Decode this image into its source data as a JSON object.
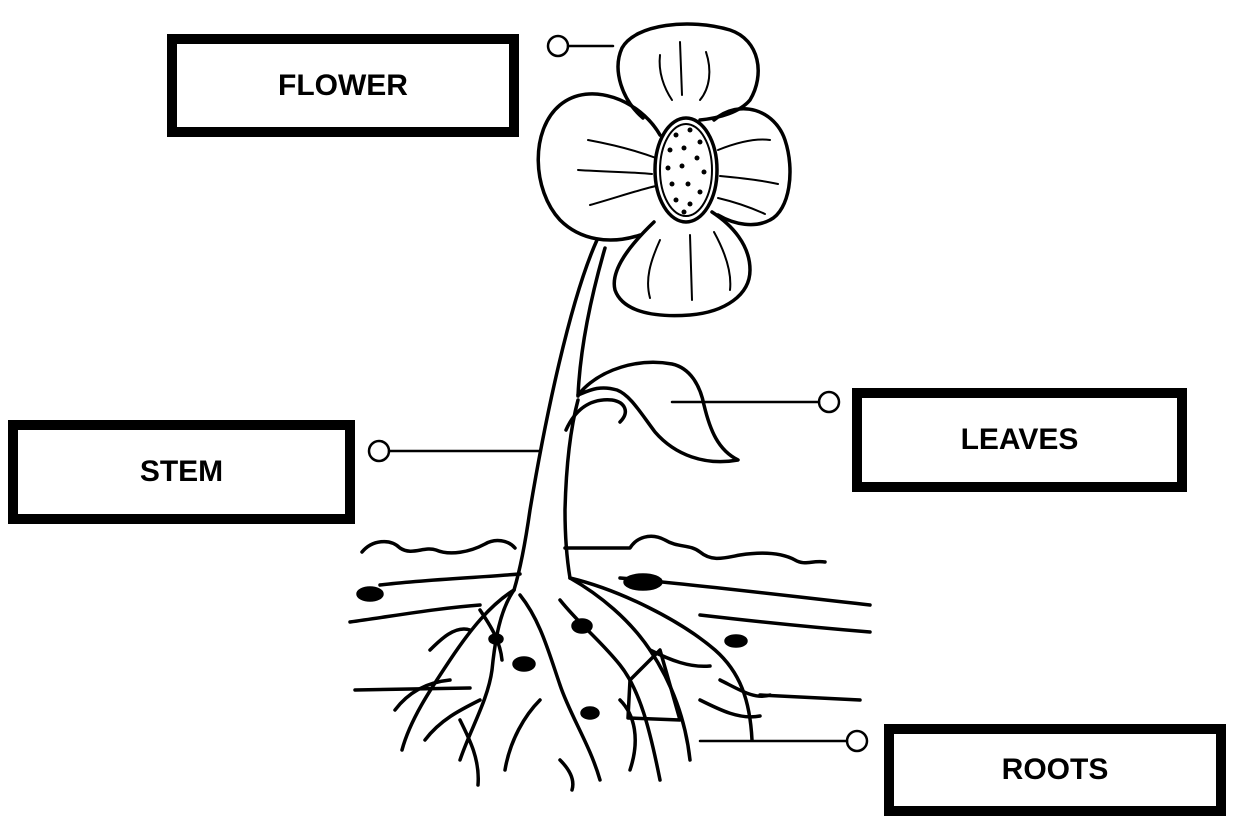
{
  "labels": {
    "flower": "FLOWER",
    "stem": "STEM",
    "leaves": "LEAVES",
    "roots": "ROOTS"
  },
  "colors": {
    "ink": "#000000",
    "background": "#ffffff"
  }
}
